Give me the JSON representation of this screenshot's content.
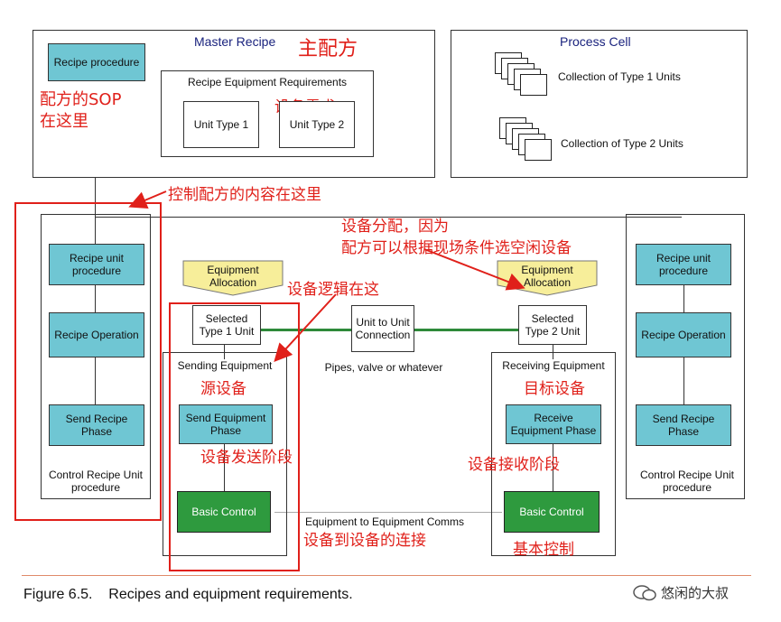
{
  "master": {
    "title": "Master Recipe",
    "title_cn": "主配方",
    "recipe_procedure": "Recipe procedure",
    "sop_cn_line1": "配方的SOP",
    "sop_cn_line2": "在这里",
    "equip_req": "Recipe Equipment Requirements",
    "equip_req_cn": "设备需求",
    "unit_type1": "Unit Type 1",
    "unit_type2": "Unit Type 2"
  },
  "process_cell": {
    "title": "Process Cell",
    "type1": "Collection of Type 1 Units",
    "type2": "Collection of Type 2 Units"
  },
  "annotations": {
    "control_recipe_here": "控制配方的内容在这里",
    "allocation_line1": "设备分配，因为",
    "allocation_line2": "配方可以根据现场条件选空闲设备",
    "logic_here": "设备逻辑在这",
    "source_equipment": "源设备",
    "target_equipment": "目标设备",
    "send_phase_cn": "设备发送阶段",
    "receive_phase_cn": "设备接收阶段",
    "connection_cn": "设备到设备的连接",
    "basic_control_cn": "基本控制"
  },
  "left_column": {
    "unit_procedure": "Recipe unit procedure",
    "operation": "Recipe Operation",
    "phase": "Send Recipe Phase",
    "footer": "Control Recipe Unit procedure"
  },
  "right_column": {
    "unit_procedure": "Recipe unit procedure",
    "operation": "Recipe Operation",
    "phase": "Send Recipe Phase",
    "footer": "Control Recipe Unit procedure"
  },
  "sending": {
    "allocation": "Equipment Allocation",
    "selected": "Selected Type 1 Unit",
    "title": "Sending Equipment",
    "phase": "Send Equipment Phase",
    "basic": "Basic Control"
  },
  "receiving": {
    "allocation": "Equipment Allocation",
    "selected": "Selected Type 2 Unit",
    "title": "Receiving Equipment",
    "phase": "Receive Equipment Phase",
    "basic": "Basic Control"
  },
  "middle": {
    "connection": "Unit to Unit Connection",
    "pipes": "Pipes, valve or whatever",
    "comms": "Equipment to Equipment Comms"
  },
  "caption": {
    "text": "Figure 6.5.    Recipes and equipment requirements."
  },
  "watermark": {
    "text": "悠闲的大叔"
  }
}
